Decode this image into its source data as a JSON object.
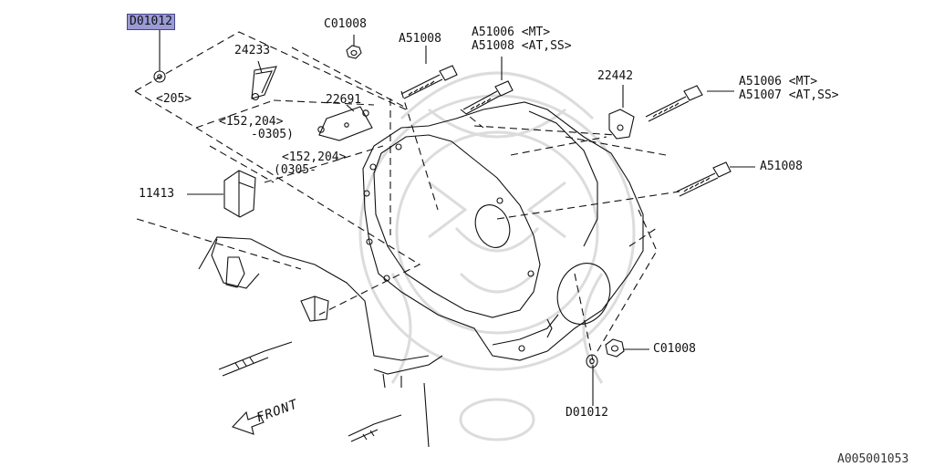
{
  "diagram": {
    "image_code": "A005001053",
    "front_label": "FRONT",
    "parts": {
      "d01012_top": "D01012",
      "d01012_top_note": "<205>",
      "c01008_top": "C01008",
      "p24233": "24233",
      "p24233_note": "<152,204>",
      "p24233_note2": "-0305)",
      "p22691": "22691",
      "p22691_note": "<152,204>",
      "p22691_note2": "(0305-",
      "a51008_left": "A51008",
      "a51006_mt_1": "A51006 <MT>",
      "a51008_at": "A51008 <AT,SS>",
      "p22442": "22442",
      "a51006_mt_2": "A51006 <MT>",
      "a51007_at": "A51007 <AT,SS>",
      "a51008_right": "A51008",
      "p11413": "11413",
      "c01008_bottom": "C01008",
      "d01012_bottom": "D01012"
    },
    "colors": {
      "line": "#111111",
      "highlight": "#9a9ad6",
      "watermark": "#dcdcdc"
    }
  }
}
